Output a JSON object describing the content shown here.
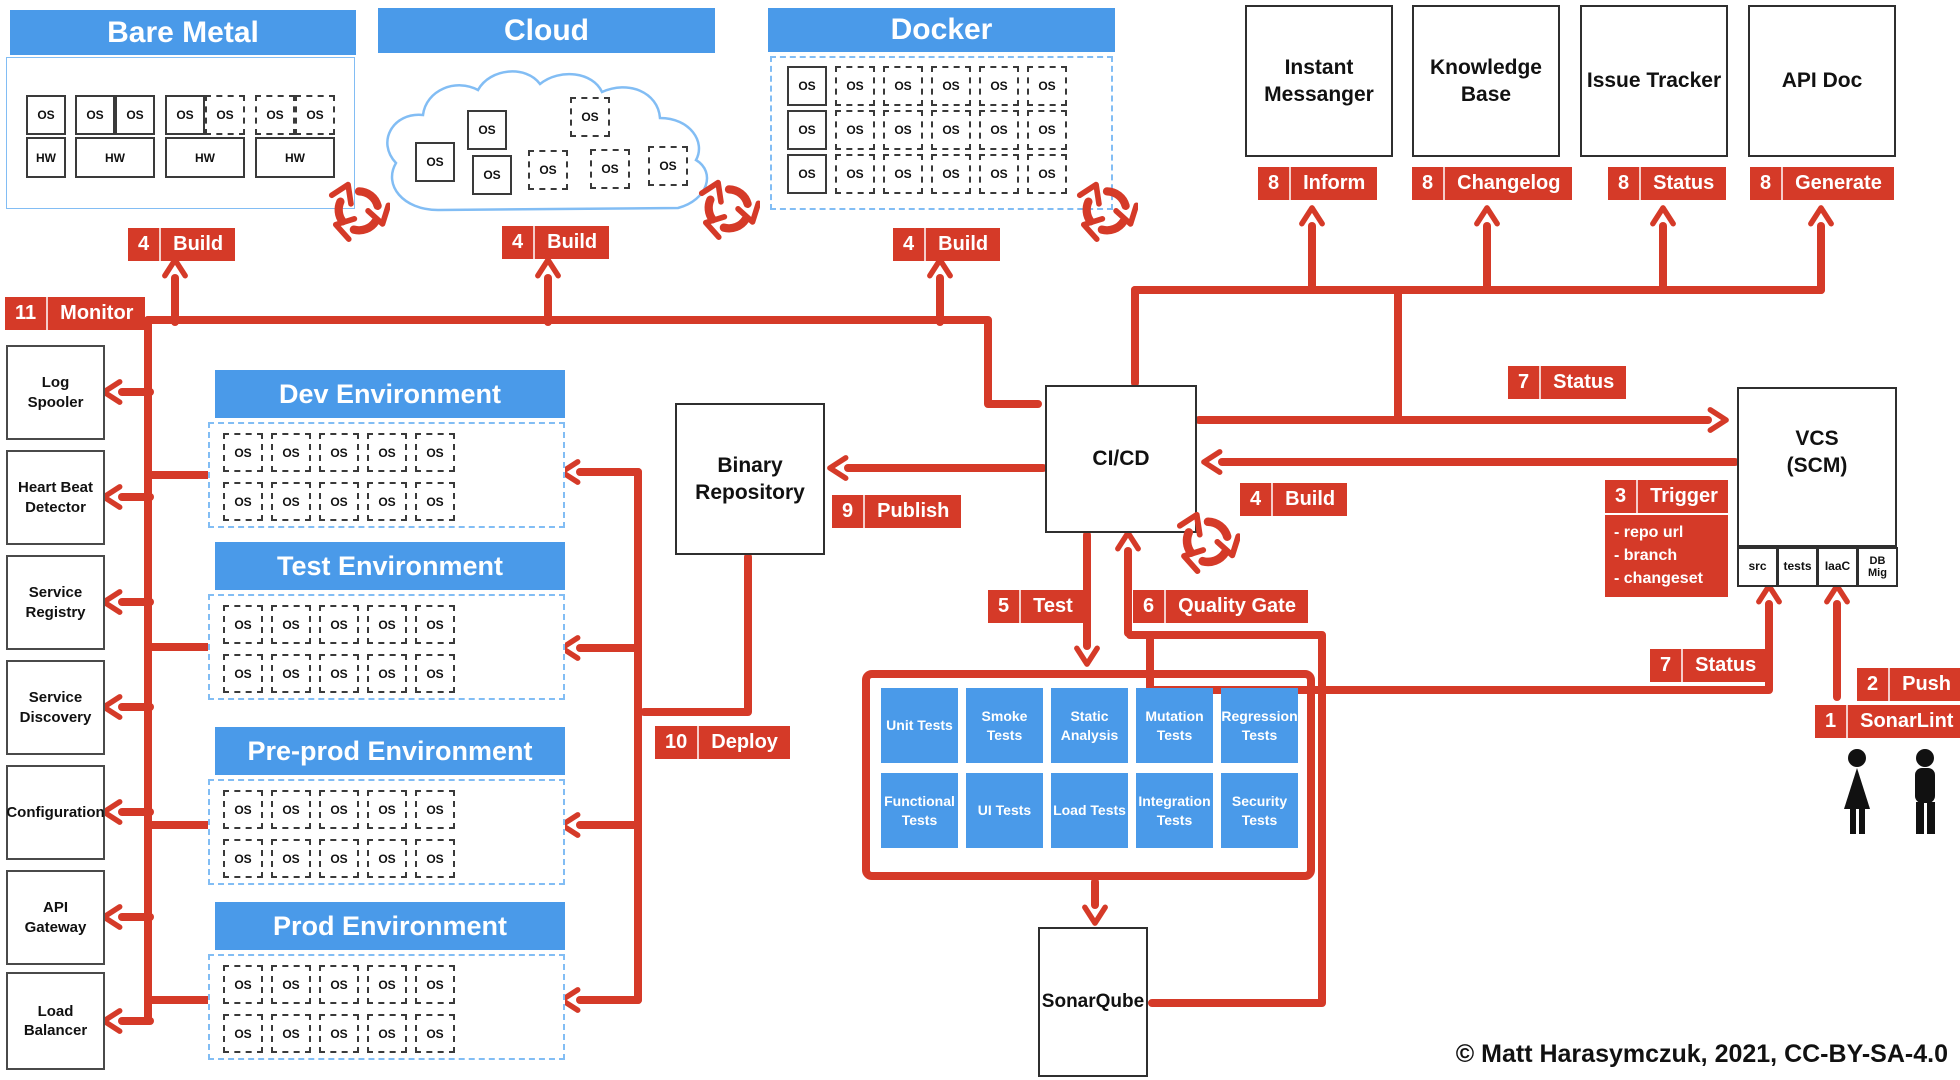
{
  "colors": {
    "blue": "#4a9ae9",
    "light_blue": "#82bdf4",
    "red": "#d53a28",
    "border": "#2f2f2f"
  },
  "labels": {
    "os": "OS",
    "hw": "HW"
  },
  "infra": {
    "bare_metal": "Bare Metal",
    "cloud": "Cloud",
    "docker": "Docker"
  },
  "tools": {
    "items": [
      {
        "name": "Instant Messanger",
        "num": "8",
        "badge": "Inform"
      },
      {
        "name": "Knowledge Base",
        "num": "8",
        "badge": "Changelog"
      },
      {
        "name": "Issue Tracker",
        "num": "8",
        "badge": "Status"
      },
      {
        "name": "API Doc",
        "num": "8",
        "badge": "Generate"
      }
    ]
  },
  "services": {
    "items": [
      "Log Spooler",
      "Heart Beat Detector",
      "Service Registry",
      "Service Discovery",
      "Configuration",
      "API Gateway",
      "Load Balancer"
    ]
  },
  "environments": {
    "items": [
      "Dev Environment",
      "Test Environment",
      "Pre-prod Environment",
      "Prod Environment"
    ]
  },
  "pipeline": {
    "binary_repository": "Binary Repository",
    "cicd": "CI/CD",
    "sonarqube": "SonarQube",
    "vcs_title": "VCS (SCM)",
    "vcs_compartments": [
      "src",
      "tests",
      "IaaC",
      "DB Mig"
    ]
  },
  "badges": {
    "monitor": {
      "num": "11",
      "label": "Monitor"
    },
    "build": {
      "num": "4",
      "label": "Build"
    },
    "trigger": {
      "num": "3",
      "label": "Trigger",
      "details": [
        "- repo url",
        "- branch",
        "- changeset"
      ]
    },
    "test": {
      "num": "5",
      "label": "Test"
    },
    "quality_gate": {
      "num": "6",
      "label": "Quality Gate"
    },
    "status": {
      "num": "7",
      "label": "Status"
    },
    "publish": {
      "num": "9",
      "label": "Publish"
    },
    "deploy": {
      "num": "10",
      "label": "Deploy"
    },
    "push": {
      "num": "2",
      "label": "Push"
    },
    "sonarlint": {
      "num": "1",
      "label": "SonarLint"
    }
  },
  "tests": {
    "items": [
      "Unit Tests",
      "Smoke Tests",
      "Static Analysis",
      "Mutation Tests",
      "Regression Tests",
      "Functional Tests",
      "UI Tests",
      "Load Tests",
      "Integration Tests",
      "Security Tests"
    ]
  },
  "footer": {
    "copyright": "© Matt Harasymczuk, 2021, CC-BY-SA-4.0"
  }
}
